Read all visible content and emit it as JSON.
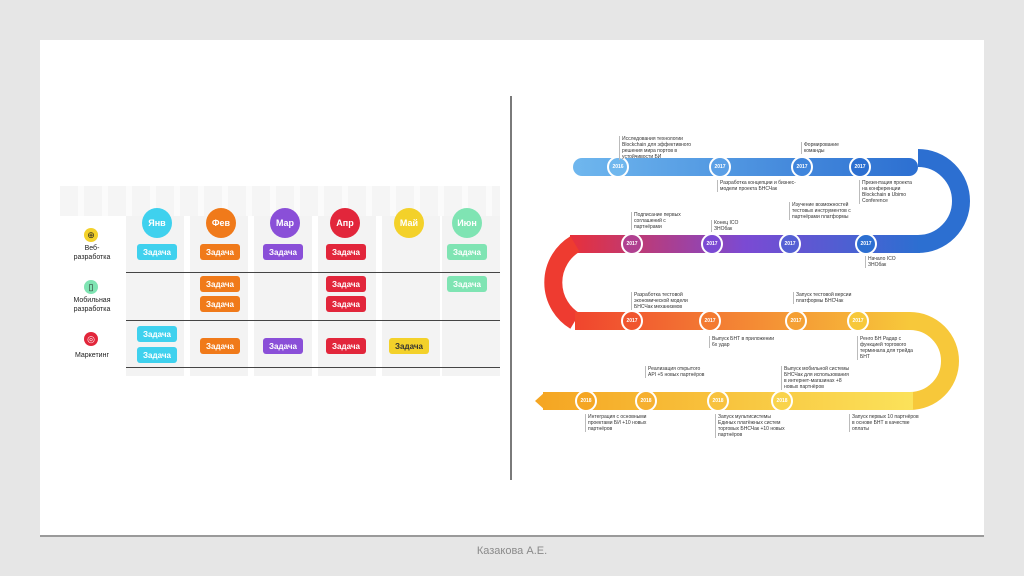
{
  "footer_text": "Казакова А.Е.",
  "gantt": {
    "months": [
      {
        "label": "Янв",
        "color": "#3fd1ee"
      },
      {
        "label": "Фев",
        "color": "#f07a1a"
      },
      {
        "label": "Мар",
        "color": "#8a4fd8"
      },
      {
        "label": "Апр",
        "color": "#e2263b"
      },
      {
        "label": "Май",
        "color": "#f3d12a"
      },
      {
        "label": "Июн",
        "color": "#7fe4b3"
      }
    ],
    "rows": [
      {
        "label": "Веб-\nразработка",
        "icon": "globe-icon",
        "icon_color": "#f3d12a"
      },
      {
        "label": "Мобильная\nразработка",
        "icon": "phone-icon",
        "icon_color": "#7fe4b3"
      },
      {
        "label": "Маркетинг",
        "icon": "target-icon",
        "icon_color": "#e2263b"
      }
    ],
    "task_label": "Задача"
  },
  "roadmap": {
    "years": [
      "2016",
      "2017",
      "2017",
      "2017",
      "2017",
      "2017",
      "2017",
      "2017",
      "2017",
      "2017",
      "2017",
      "2017",
      "2018",
      "2018",
      "2018",
      "2018"
    ],
    "notes": [
      "Исследования технологии Blockchain для эффективного решения мира портов в устойчивости БИ",
      "Разработка концепции и бизнес-модели проекта БНСЧак",
      "Формирование команды",
      "Презентация проекта на конференции Blockchain в Ubimo Conference",
      "Подписание первых соглашений с партнёрами",
      "Конец ICO ЗНОбак",
      "Изучение возможностей тестовых инструментов с партнёрами платформы",
      "Начало ICO ЗНОбак",
      "Разработка тестовой экономической модели БНСЧак механизмов",
      "Запуск тестовой версии платформы БНСЧак",
      "Выпуск БНТ в приложении 6х удар",
      "Ренго БН Радар с функцией торгового терминала для трейда БНТ",
      "Реализация открытого API +5 новых партнёров",
      "Интеграция с основными проектами БИ +10 новых партнёров",
      "Запуск мультисистемы Единых платёжных систем торговых БНСЧак +10 новых партнёров",
      "Выпуск мобильной системы БНСЧак для использования в интернет-магазинах +8 новых партнёров",
      "Запуск первых 10 партнёров в основе БНТ в качестве оплаты"
    ]
  }
}
